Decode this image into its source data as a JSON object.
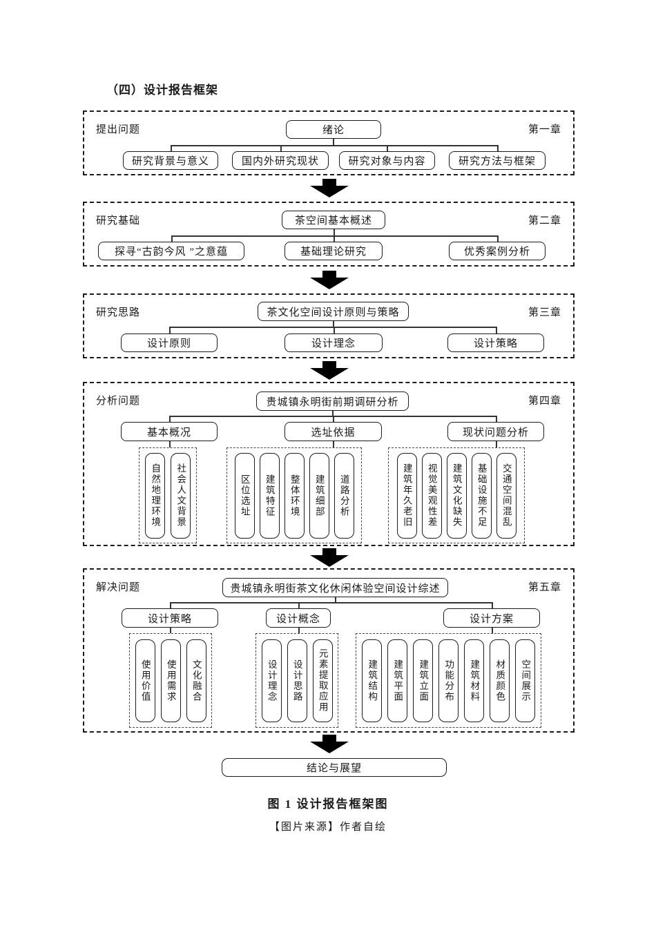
{
  "page": {
    "title": "（四）设计报告框架",
    "conclusion": "结论与展望",
    "caption": "图 1  设计报告框架图",
    "source": "【图片来源】作者自绘",
    "colors": {
      "ink": "#1a1a1a",
      "line": "#333333",
      "background": "#ffffff"
    }
  },
  "icons": {
    "flow_arrow": "down-block-arrow"
  },
  "sections": [
    {
      "label": "提出问题",
      "chapter": "第一章",
      "parent": "绪论",
      "children": [
        "研究背景与意义",
        "国内外研究现状",
        "研究对象与内容",
        "研究方法与框架"
      ]
    },
    {
      "label": "研究基础",
      "chapter": "第二章",
      "parent": "茶空间基本概述",
      "children": [
        "探寻“古韵今风 ”之意蕴",
        "基础理论研究",
        "优秀案例分析"
      ]
    },
    {
      "label": "研究思路",
      "chapter": "第三章",
      "parent": "茶文化空间设计原则与策略",
      "children": [
        "设计原则",
        "设计理念",
        "设计策略"
      ]
    },
    {
      "label": "分析问题",
      "chapter": "第四章",
      "parent": "贵城镇永明街前期调研分析",
      "children": [
        "基本概况",
        "选址依据",
        "现状问题分析"
      ],
      "subgroups": [
        [
          "自然地理环境",
          "社会人文背景"
        ],
        [
          "区位选址",
          "建筑特征",
          "整体环境",
          "建筑细部",
          "道路分析"
        ],
        [
          "建筑年久老旧",
          "视觉美观性差",
          "建筑文化缺失",
          "基础设施不足",
          "交通空间混乱"
        ]
      ]
    },
    {
      "label": "解决问题",
      "chapter": "第五章",
      "parent": "贵城镇永明街茶文化休闲体验空间设计综述",
      "children": [
        "设计策略",
        "设计概念",
        "设计方案"
      ],
      "subgroups": [
        [
          "使用价值",
          "使用需求",
          "文化融合"
        ],
        [
          "设计理念",
          "设计思路",
          "元素提取应用"
        ],
        [
          "建筑结构",
          "建筑平面",
          "建筑立面",
          "功能分布",
          "建筑材料",
          "材质颜色",
          "空间展示"
        ]
      ]
    }
  ]
}
